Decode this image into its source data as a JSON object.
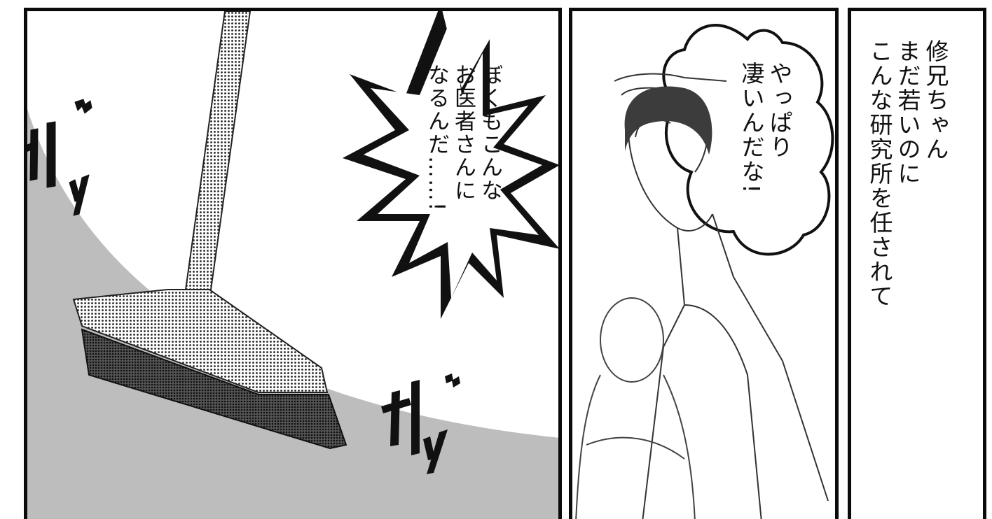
{
  "panels": {
    "broom": {
      "sfx_top": "ザッ",
      "sfx_bottom": "ザッ",
      "thought": "ぼくもこんな\nお医者さんに\nなるんだ……!"
    },
    "doctor": {
      "speech": "やっぱり\n凄いんだな!"
    },
    "narration": {
      "text": "修兄ちゃん\nまだ若いのに\nこんな研究所を任されて"
    }
  },
  "colors": {
    "ink": "#0b0b0b",
    "floor": "#bdbdbd",
    "paper": "#ffffff"
  }
}
